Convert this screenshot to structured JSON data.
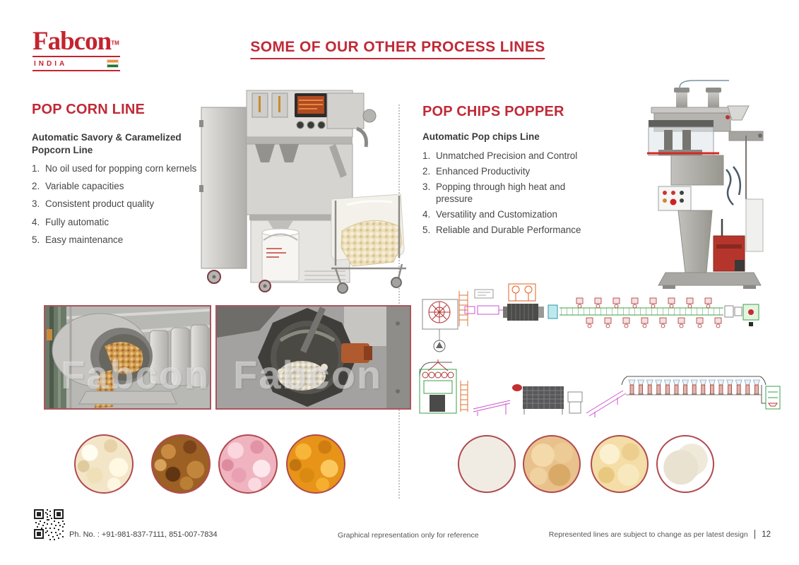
{
  "page": {
    "title": "SOME OF OUR OTHER PROCESS LINES"
  },
  "logo": {
    "brand": "Fabcon",
    "tm": "TM",
    "country": "INDIA"
  },
  "watermark": "Fabcon",
  "popcorn_line": {
    "heading": "POP CORN LINE",
    "subheading": "Automatic Savory & Caramelized Popcorn Line",
    "features": [
      {
        "num": "1.",
        "text": "No oil used for popping corn kernels"
      },
      {
        "num": "2.",
        "text": "Variable capacities"
      },
      {
        "num": "3.",
        "text": "Consistent product quality"
      },
      {
        "num": "4.",
        "text": "Fully automatic"
      },
      {
        "num": "5.",
        "text": "Easy maintenance"
      }
    ]
  },
  "pop_chips_popper": {
    "heading": "POP CHIPS POPPER",
    "subheading": "Automatic Pop chips Line",
    "features": [
      {
        "num": "1.",
        "text": "Unmatched Precision and Control"
      },
      {
        "num": "2.",
        "text": "Enhanced Productivity"
      },
      {
        "num": "3.",
        "text": "Popping through high heat and pressure"
      },
      {
        "num": "4.",
        "text": "Versatility and Customization"
      },
      {
        "num": "5.",
        "text": "Reliable and Durable Performance"
      }
    ]
  },
  "icons": {
    "flag": "india-flag-icon",
    "qr": "qr-code"
  },
  "images": {
    "popcorn_machine": "popcorn-popping-machine",
    "pop_chips_machine": "pop-chips-popper-machine",
    "photo_left": "popcorn-coating-drum-photo",
    "photo_right": "popper-drum-interior-photo",
    "diagram_top": "process-line-plan-drawing",
    "diagram_bottom": "process-line-elevation-drawing",
    "products_left": [
      "butter-popcorn",
      "caramel-popcorn",
      "strawberry-popcorn",
      "cheese-popcorn"
    ],
    "products_right": [
      "triangle-pop-chips",
      "round-pop-chips",
      "puffed-pop-chips",
      "rice-cakes"
    ]
  },
  "footer": {
    "phone": "Ph. No. : +91-981-837-7111, 851-007-7834",
    "center_note": "Graphical representation only for reference",
    "right_note": "Represented lines are subject to change as per latest design",
    "page_number": "12"
  },
  "colors": {
    "brand_red": "#c4242f",
    "heading_red": "#c02a38",
    "photo_border": "#a8565c",
    "circle_border": "#b04a50"
  }
}
